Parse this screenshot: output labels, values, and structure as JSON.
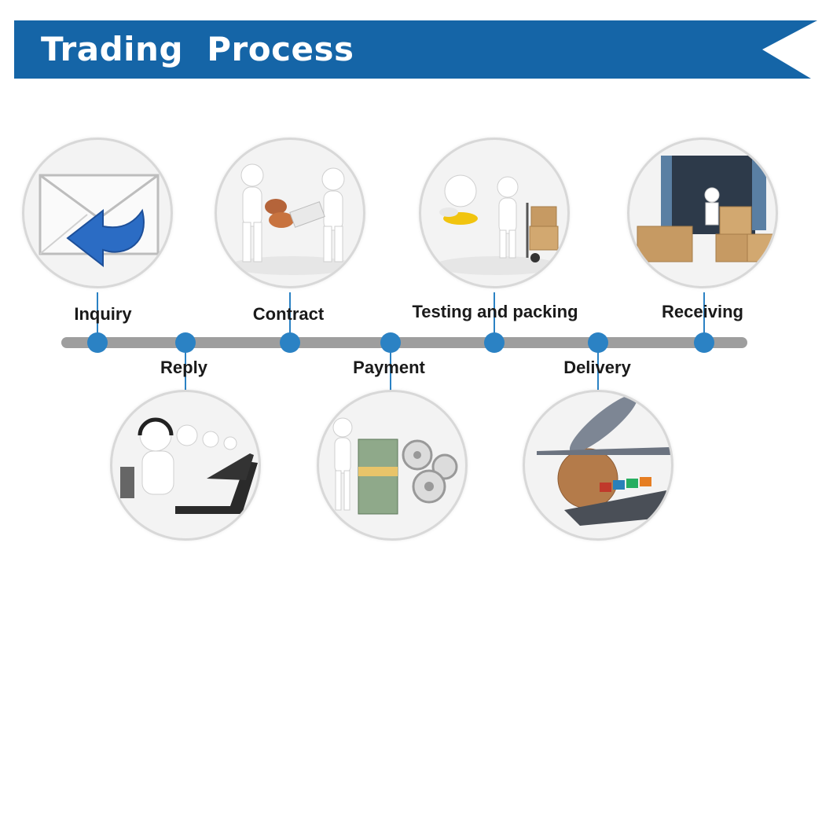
{
  "header": {
    "title": "Trading  Process"
  },
  "colors": {
    "banner": "#1565a7",
    "timeline_bar": "#9e9e9e",
    "node": "#2b82c4",
    "connector": "#2b82c4"
  },
  "steps": [
    {
      "label": "Inquiry",
      "icon": "envelope-reply-icon"
    },
    {
      "label": "Reply",
      "icon": "call-center-icon"
    },
    {
      "label": "Contract",
      "icon": "handshake-figures-icon"
    },
    {
      "label": "Payment",
      "icon": "money-gears-icon"
    },
    {
      "label": "Testing and packing",
      "icon": "hand-truck-boxes-icon"
    },
    {
      "label": "Delivery",
      "icon": "plane-ship-globe-icon"
    },
    {
      "label": "Receiving",
      "icon": "container-boxes-icon"
    }
  ]
}
